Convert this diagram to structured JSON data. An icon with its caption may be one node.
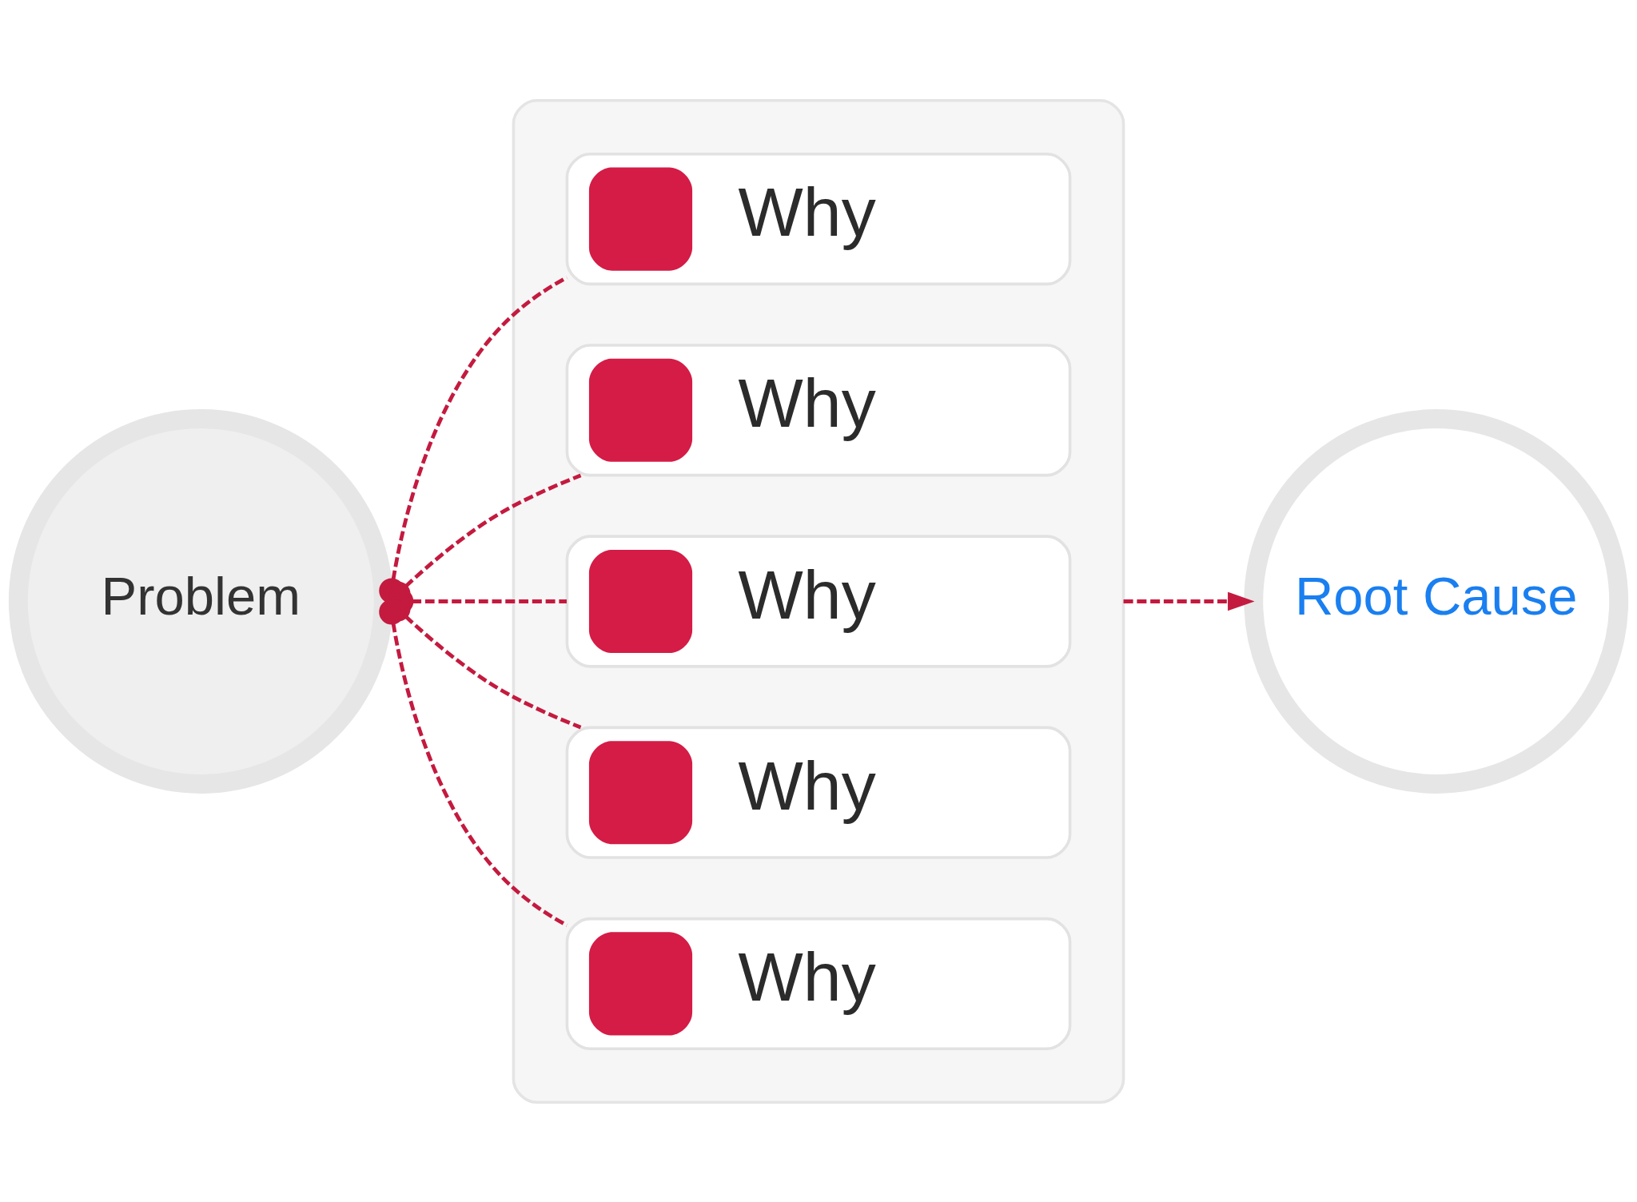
{
  "diagram": {
    "nodes": [
      {
        "text": [
          "Problem"
        ]
      },
      {
        "text": [],
        "shape": "box"
      },
      {
        "text": [
          "Why"
        ],
        "in": 1
      },
      {
        "text": [
          "Why"
        ],
        "in": 1
      },
      {
        "text": [
          "Why"
        ],
        "in": 1
      },
      {
        "text": [
          "Why"
        ],
        "in": 1
      },
      {
        "text": [
          "Why"
        ],
        "in": 1
      },
      {
        "text": [
          "Root Cause"
        ]
      }
    ],
    "edges": [
      {
        "from": 0,
        "to": 2,
        "arrow": "other",
        "style": "dashed"
      },
      {
        "from": 0,
        "to": 3,
        "arrow": "other",
        "style": "dashed"
      },
      {
        "from": 0,
        "to": 4,
        "arrow": "other",
        "style": "dashed"
      },
      {
        "from": 0,
        "to": 5,
        "arrow": "other",
        "style": "dashed"
      },
      {
        "from": 0,
        "to": 6,
        "arrow": "other",
        "style": "dashed"
      },
      {
        "from": 1,
        "to": 7,
        "arrow": "to",
        "style": "dashed"
      }
    ]
  }
}
